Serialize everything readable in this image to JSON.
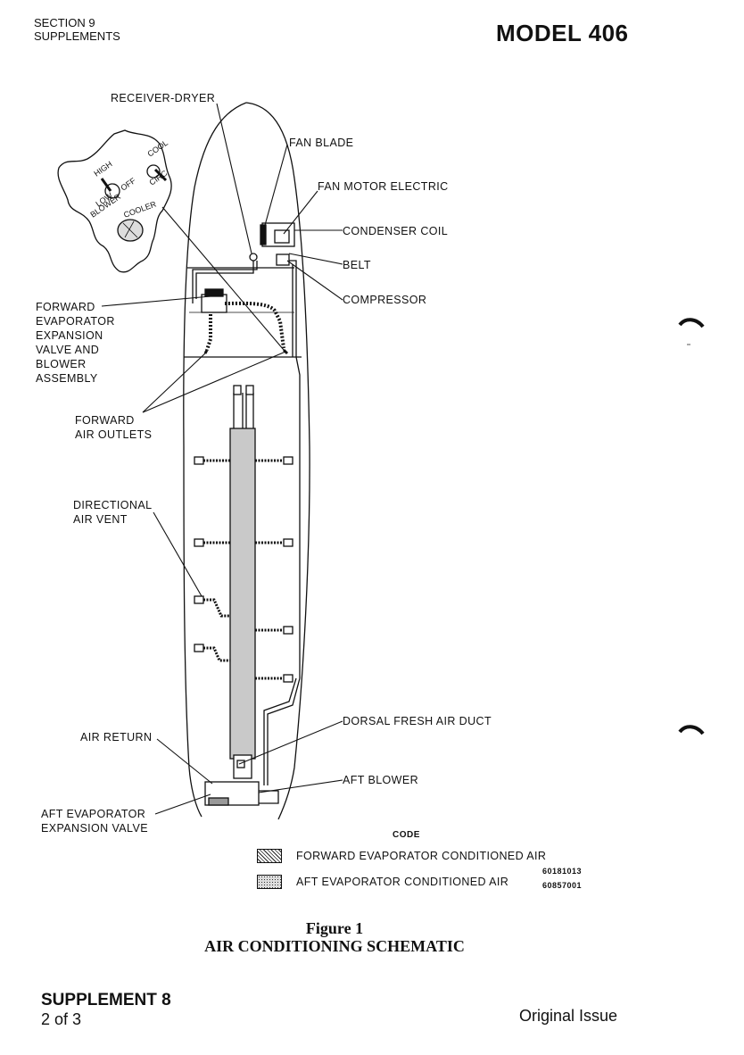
{
  "header": {
    "section": "SECTION 9",
    "subsection": "SUPPLEMENTS",
    "model": "MODEL 406"
  },
  "callouts": {
    "receiver_dryer": "RECEIVER-DRYER",
    "fan_blade": "FAN BLADE",
    "fan_motor": "FAN MOTOR ELECTRIC",
    "condenser_coil": "CONDENSER COIL",
    "belt": "BELT",
    "compressor": "COMPRESSOR",
    "forward_evaporator": [
      "FORWARD",
      "EVAPORATOR",
      "EXPANSION",
      "VALVE AND",
      "BLOWER",
      "ASSEMBLY"
    ],
    "forward_air_outlets": [
      "FORWARD",
      "AIR OUTLETS"
    ],
    "directional_air_vent": [
      "DIRECTIONAL",
      "AIR VENT"
    ],
    "dorsal_fresh_air_duct": "DORSAL FRESH AIR DUCT",
    "air_return": "AIR RETURN",
    "aft_blower": "AFT BLOWER",
    "aft_evaporator": [
      "AFT EVAPORATOR",
      "EXPANSION VALVE"
    ]
  },
  "panel_inset": {
    "switch_labels": [
      "HIGH",
      "LOW",
      "BLOWER",
      "OFF",
      "COOL",
      "CIRC",
      "COOLER"
    ]
  },
  "legend": {
    "title": "CODE",
    "items": [
      {
        "label": "FORWARD EVAPORATOR CONDITIONED AIR",
        "pattern": "hatched"
      },
      {
        "label": "AFT EVAPORATOR CONDITIONED AIR",
        "pattern": "stippled"
      }
    ],
    "part_numbers": [
      "60181013",
      "60857001"
    ]
  },
  "figure": {
    "number": "Figure 1",
    "title": "AIR CONDITIONING SCHEMATIC"
  },
  "footer": {
    "supplement": "SUPPLEMENT 8",
    "page": "2 of 3",
    "issue": "Original Issue"
  }
}
